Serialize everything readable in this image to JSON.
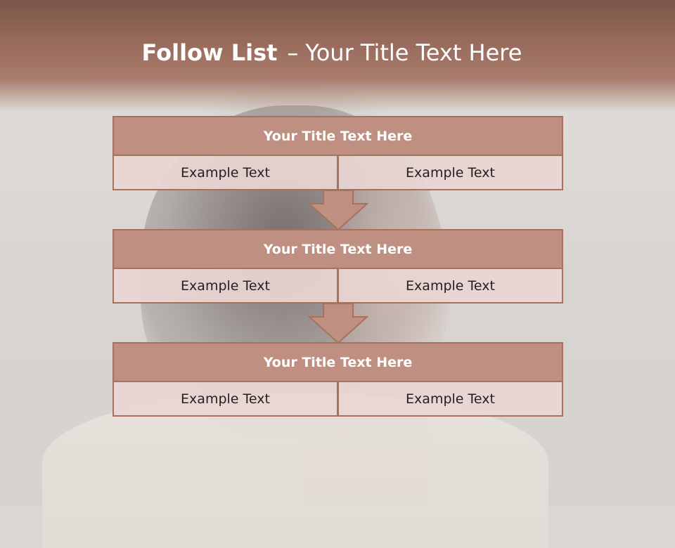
{
  "title": {
    "bold": "Follow List",
    "dash": "–",
    "rest": "Your Title Text Here"
  },
  "blocks": [
    {
      "title": "Your Title Text Here",
      "left": "Example Text",
      "right": "Example Text"
    },
    {
      "title": "Your Title Text Here",
      "left": "Example Text",
      "right": "Example Text"
    },
    {
      "title": "Your Title Text Here",
      "left": "Example Text",
      "right": "Example Text"
    }
  ],
  "colors": {
    "accent": "#bf8f82",
    "border": "#a8705f",
    "header_band": "#96695a",
    "cell_fill": "#e8d6d2"
  }
}
